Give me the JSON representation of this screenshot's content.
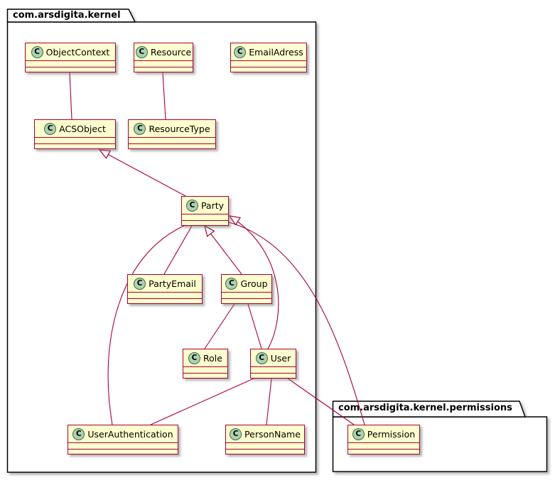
{
  "diagram": {
    "type": "uml-class-diagram",
    "icon_letter": "C",
    "colors": {
      "class_background": "#FEFECE",
      "class_border": "#A80036",
      "relationship_line": "#A80036",
      "icon_background": "#ADD1B2",
      "package_border": "#000000",
      "page_background": "#FFFFFF"
    },
    "packages": [
      {
        "name": "com.arsdigita.kernel"
      },
      {
        "name": "com.arsdigita.kernel.permissions"
      }
    ],
    "classes": [
      {
        "name": "ObjectContext",
        "package": "com.arsdigita.kernel"
      },
      {
        "name": "Resource",
        "package": "com.arsdigita.kernel"
      },
      {
        "name": "EmailAdress",
        "package": "com.arsdigita.kernel"
      },
      {
        "name": "ACSObject",
        "package": "com.arsdigita.kernel"
      },
      {
        "name": "ResourceType",
        "package": "com.arsdigita.kernel"
      },
      {
        "name": "Party",
        "package": "com.arsdigita.kernel"
      },
      {
        "name": "PartyEmail",
        "package": "com.arsdigita.kernel"
      },
      {
        "name": "Group",
        "package": "com.arsdigita.kernel"
      },
      {
        "name": "Role",
        "package": "com.arsdigita.kernel"
      },
      {
        "name": "User",
        "package": "com.arsdigita.kernel"
      },
      {
        "name": "UserAuthentication",
        "package": "com.arsdigita.kernel"
      },
      {
        "name": "PersonName",
        "package": "com.arsdigita.kernel"
      },
      {
        "name": "Permission",
        "package": "com.arsdigita.kernel.permissions"
      }
    ],
    "relationships": [
      {
        "from": "ObjectContext",
        "to": "ACSObject",
        "type": "association"
      },
      {
        "from": "Resource",
        "to": "ResourceType",
        "type": "association"
      },
      {
        "from": "Party",
        "to": "ACSObject",
        "type": "generalization"
      },
      {
        "from": "PartyEmail",
        "to": "Party",
        "type": "association"
      },
      {
        "from": "Group",
        "to": "Party",
        "type": "generalization"
      },
      {
        "from": "User",
        "to": "Party",
        "type": "generalization"
      },
      {
        "from": "Group",
        "to": "Role",
        "type": "association"
      },
      {
        "from": "Group",
        "to": "User",
        "type": "association"
      },
      {
        "from": "User",
        "to": "UserAuthentication",
        "type": "association"
      },
      {
        "from": "User",
        "to": "PersonName",
        "type": "association"
      },
      {
        "from": "Party",
        "to": "UserAuthentication",
        "type": "association"
      },
      {
        "from": "Permission",
        "to": "Party",
        "type": "association"
      },
      {
        "from": "User",
        "to": "Permission",
        "type": "association"
      }
    ]
  }
}
